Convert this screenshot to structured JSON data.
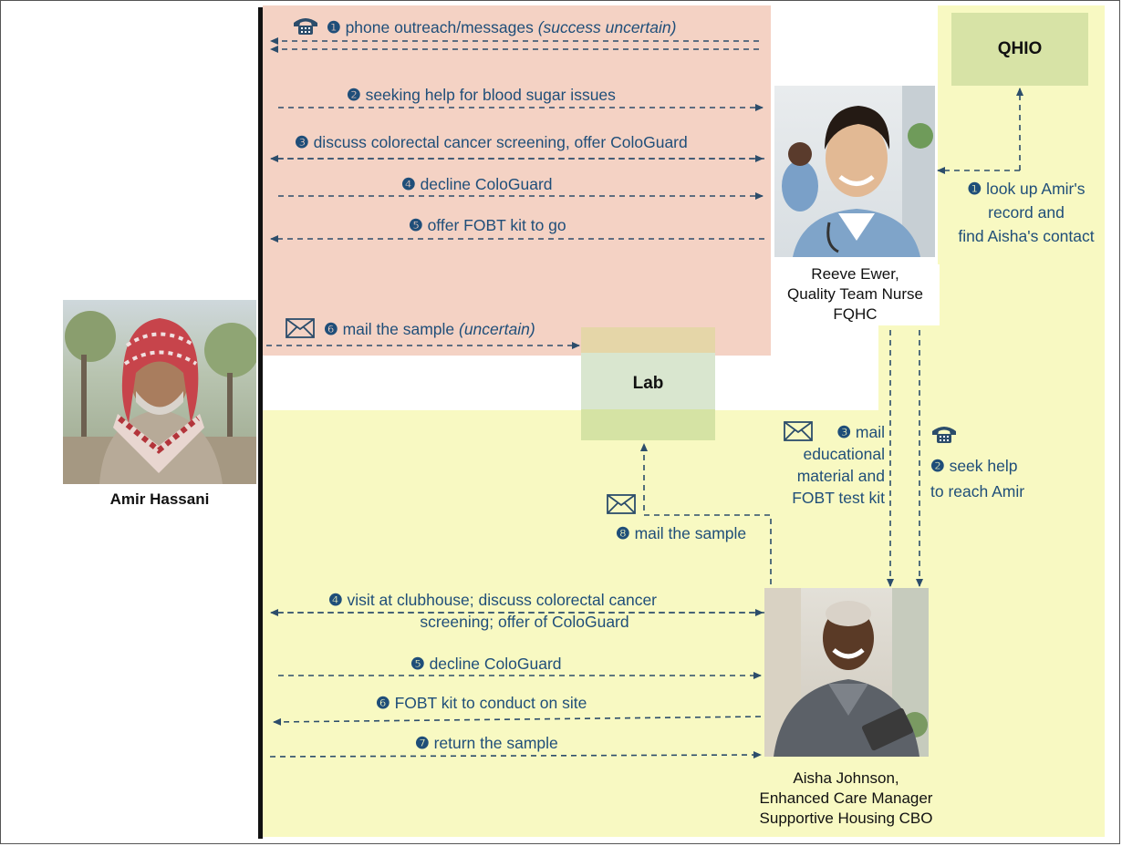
{
  "people": {
    "amir": "Amir Hassani",
    "reeve": [
      "Reeve Ewer,",
      "Quality Team Nurse",
      "FQHC"
    ],
    "aisha": [
      "Aisha Johnson,",
      "Enhanced Care Manager",
      "Supportive Housing CBO"
    ]
  },
  "boxes": {
    "qhio": "QHIO",
    "lab": "Lab"
  },
  "fqhc_steps": {
    "s1": {
      "num": "❶",
      "text": "phone outreach/messages ",
      "italic": "(success uncertain)"
    },
    "s2": {
      "num": "❷",
      "text": "seeking help for blood sugar issues"
    },
    "s3": {
      "num": "❸",
      "text": "discuss colorectal cancer screening, offer ColoGuard"
    },
    "s4": {
      "num": "❹",
      "text": "decline ColoGuard"
    },
    "s5": {
      "num": "❺",
      "text": "offer FOBT kit to go"
    },
    "s6": {
      "num": "❻",
      "text": "mail the sample ",
      "italic": "(uncertain)"
    }
  },
  "qhio_steps": {
    "s1": {
      "num": "❶",
      "lines": [
        "look up Amir's",
        "record and",
        "find Aisha's contact"
      ]
    }
  },
  "cbo_steps": {
    "s2": {
      "num": "❷",
      "lines": [
        "seek help",
        "to reach Amir"
      ]
    },
    "s3": {
      "num": "❸",
      "lines": [
        "mail",
        "educational",
        "material and",
        "FOBT test kit"
      ]
    },
    "s4": {
      "num": "❹",
      "lines": [
        "visit at clubhouse; discuss colorectal cancer",
        "screening; offer of ColoGuard"
      ]
    },
    "s5": {
      "num": "❺",
      "text": "decline ColoGuard"
    },
    "s6": {
      "num": "❻",
      "text": "FOBT kit to conduct on site"
    },
    "s7": {
      "num": "❼",
      "text": "return the sample"
    },
    "s8": {
      "num": "❽",
      "text": "mail the sample"
    }
  },
  "colors": {
    "pink": "#f4d2c4",
    "yellow": "#f8f9c2",
    "box_green": "#d7e3a6",
    "text_blue": "#1f4e79",
    "arrow": "#2c4d6b"
  },
  "icons": [
    "phone-icon",
    "envelope-icon"
  ]
}
